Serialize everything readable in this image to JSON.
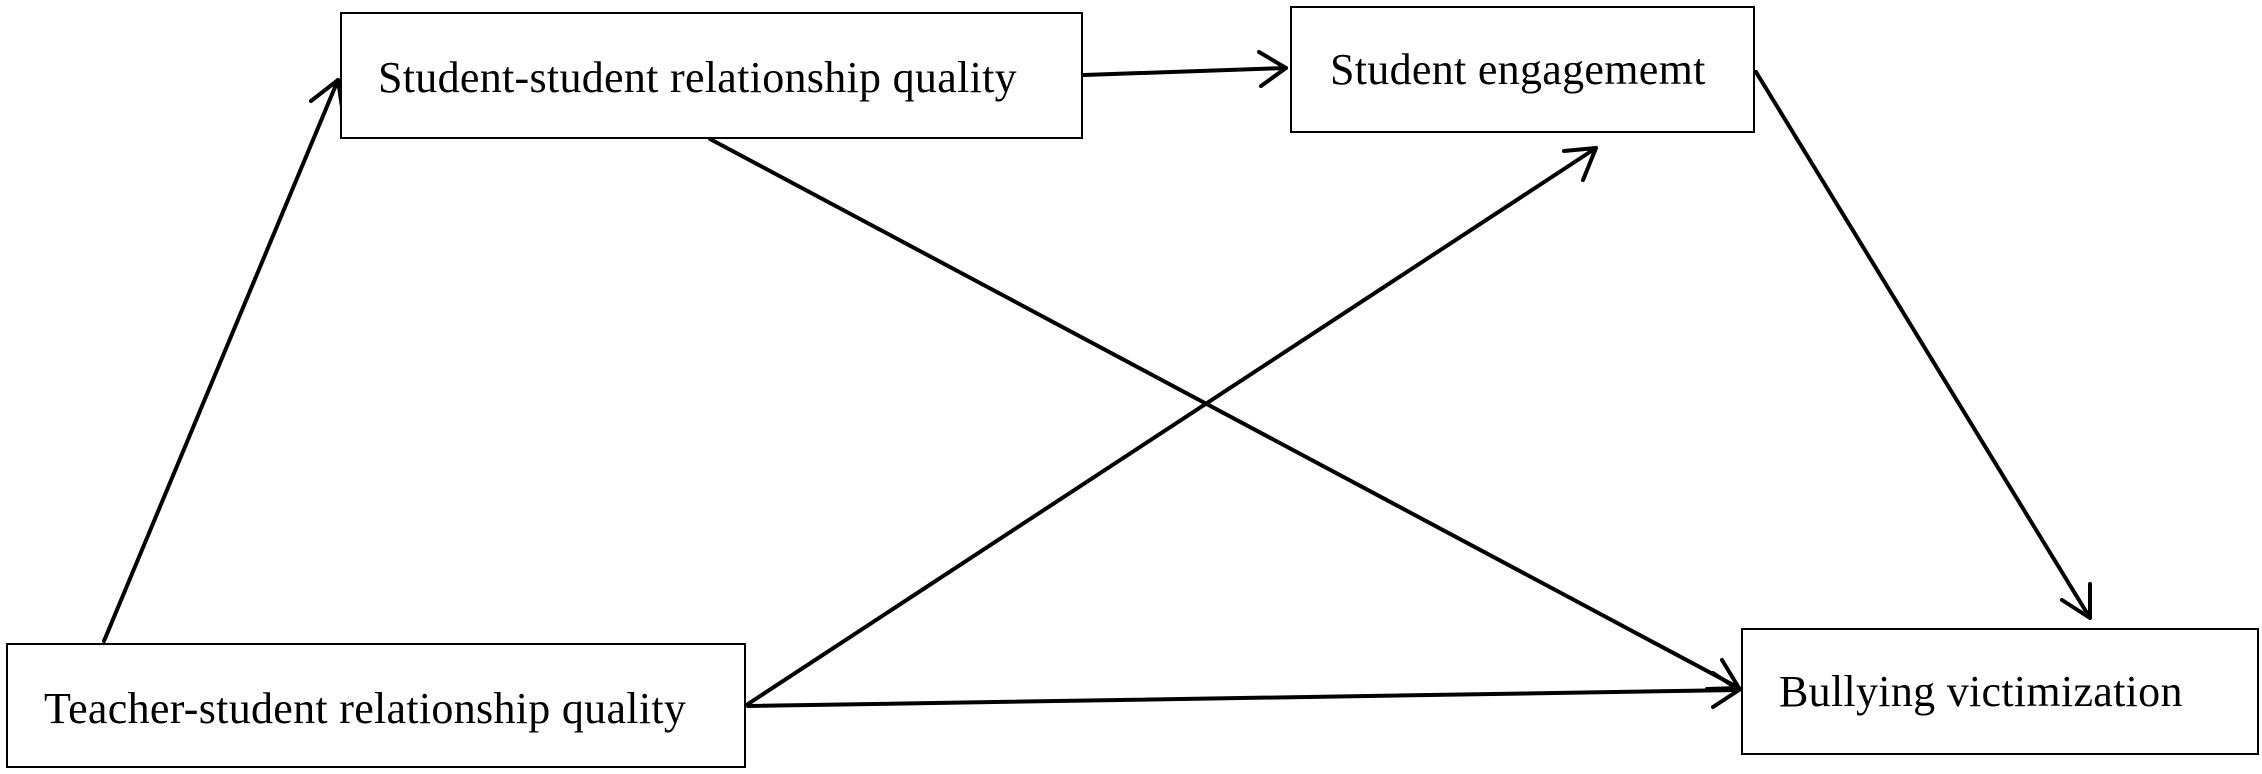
{
  "diagram": {
    "nodes": {
      "student_student_relationship_quality": "Student-student relationship quality",
      "student_engagement": "Student engagememt",
      "teacher_student_relationship_quality": "Teacher-student relationship quality",
      "bullying_victimization": "Bullying victimization"
    },
    "edges": [
      {
        "from": "Teacher-student relationship quality",
        "to": "Student-student relationship quality"
      },
      {
        "from": "Student-student relationship quality",
        "to": "Student engagememt"
      },
      {
        "from": "Student-student relationship quality",
        "to": "Bullying victimization"
      },
      {
        "from": "Teacher-student relationship quality",
        "to": "Student engagememt"
      },
      {
        "from": "Teacher-student relationship quality",
        "to": "Bullying victimization"
      },
      {
        "from": "Student engagememt",
        "to": "Bullying victimization"
      }
    ],
    "colors": {
      "stroke": "#000000",
      "background": "#ffffff"
    }
  }
}
